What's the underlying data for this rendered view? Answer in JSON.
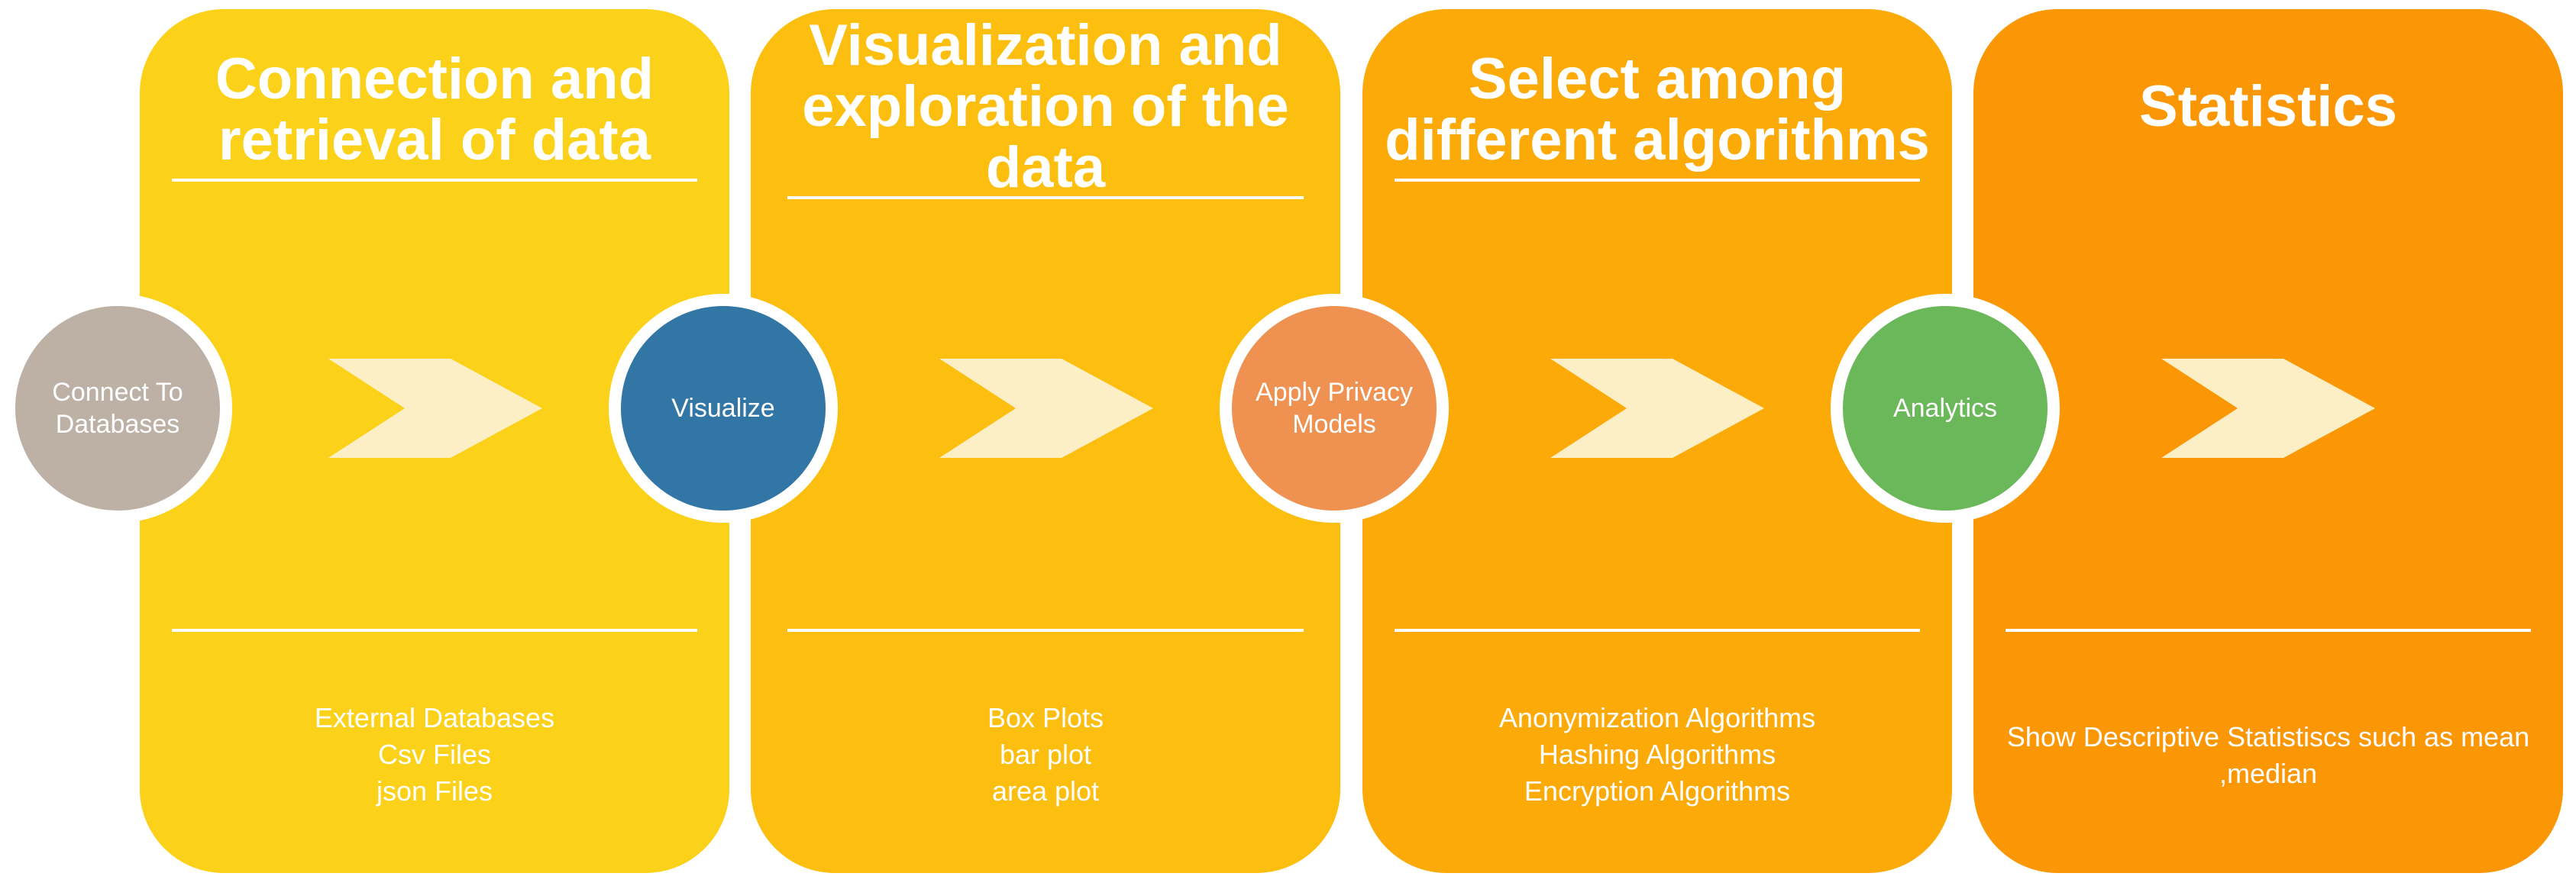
{
  "colors": {
    "stage_1": "#fbd11a",
    "stage_2": "#fcbe0f",
    "stage_3": "#fbaa08",
    "stage_4": "#fb9605",
    "node_connect": "#bdb1a6",
    "node_visualize": "#3276a6",
    "node_privacy": "#ee9151",
    "node_analytics": "#6bb85a",
    "arrow_fill": "#fdefc5"
  },
  "icons": [
    "chevron-arrow-icon"
  ],
  "stages": [
    {
      "title": "Connection and\nretrieval of data",
      "items": [
        "External Databases",
        "Csv Files",
        "json Files"
      ]
    },
    {
      "title": "Visualization and\nexploration of the\ndata",
      "items": [
        "Box Plots",
        "bar plot",
        "area plot"
      ]
    },
    {
      "title": "Select among\ndifferent algorithms",
      "items": [
        "Anonymization Algorithms",
        "Hashing Algorithms",
        "Encryption Algorithms"
      ]
    },
    {
      "title": "Statistics",
      "items": [
        "Show Descriptive Statistiscs such as mean",
        ",median"
      ]
    }
  ],
  "nodes": [
    {
      "label": "Connect To\nDatabases"
    },
    {
      "label": "Visualize"
    },
    {
      "label": "Apply Privacy\nModels"
    },
    {
      "label": "Analytics"
    }
  ]
}
